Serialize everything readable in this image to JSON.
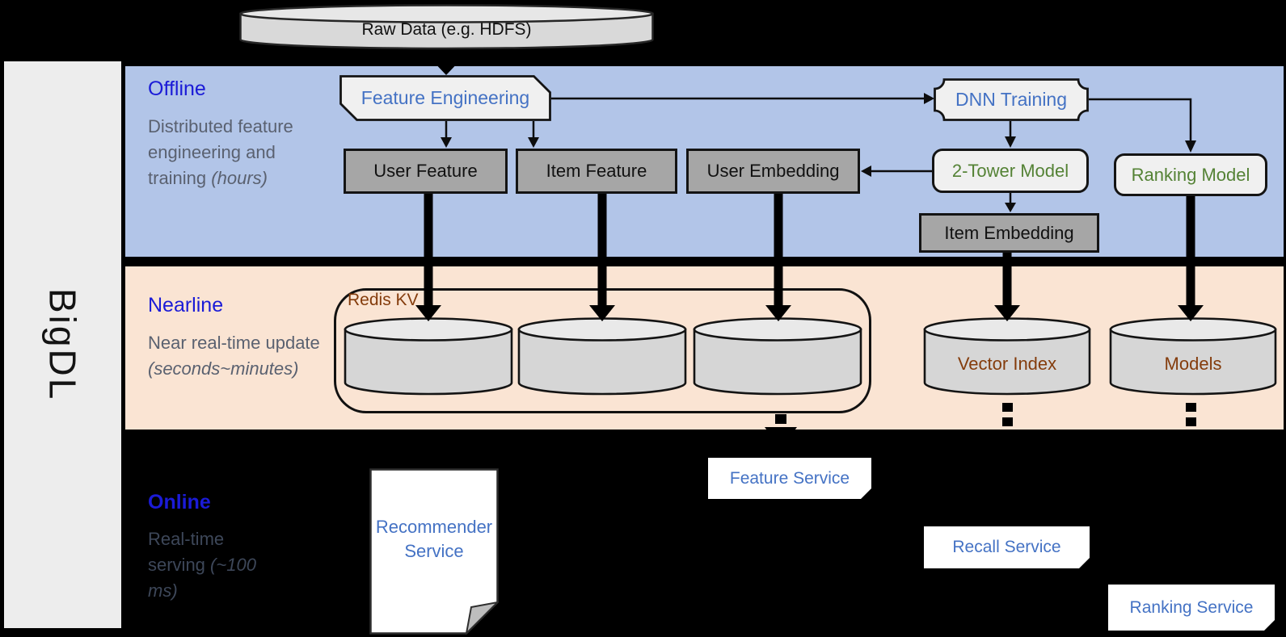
{
  "brand": {
    "name": "BigDL"
  },
  "source": {
    "label": "Raw Data (e.g. HDFS)"
  },
  "bands": {
    "offline": {
      "title": "Offline",
      "desc": "Distributed feature engineering and training ",
      "desc_em": "(hours)"
    },
    "nearline": {
      "title": "Nearline",
      "desc": "Near real-time update ",
      "desc_em": "(seconds~minutes)"
    },
    "online": {
      "title": "Online",
      "desc": "Real-time serving ",
      "desc_em": "(~100 ms)"
    }
  },
  "nodes": {
    "feature_engineering": "Feature Engineering",
    "dnn_training": "DNN Training",
    "user_feature": "User Feature",
    "item_feature": "Item Feature",
    "user_embedding": "User Embedding",
    "two_tower_model": "2-Tower Model",
    "ranking_model": "Ranking Model",
    "item_embedding": "Item Embedding",
    "redis_kv": "Redis KV",
    "vector_index": "Vector Index",
    "models": "Models",
    "recommender_service": "Recommender Service",
    "feature_service": "Feature Service",
    "recall_service": "Recall Service",
    "ranking_service": "Ranking Service"
  },
  "colors": {
    "offline_band": "#b2c5e8",
    "nearline_band": "#fae4d3",
    "online_band": "#000000",
    "band_title_blue": "#1b1bd7",
    "service_text_blue": "#4472c4",
    "model_text_green": "#548235",
    "storage_text_brown": "#843c0c",
    "node_gray": "#a6a6a6",
    "shape_fill": "#f0f0f0",
    "cylinder_fill": "#d6d6d6"
  }
}
